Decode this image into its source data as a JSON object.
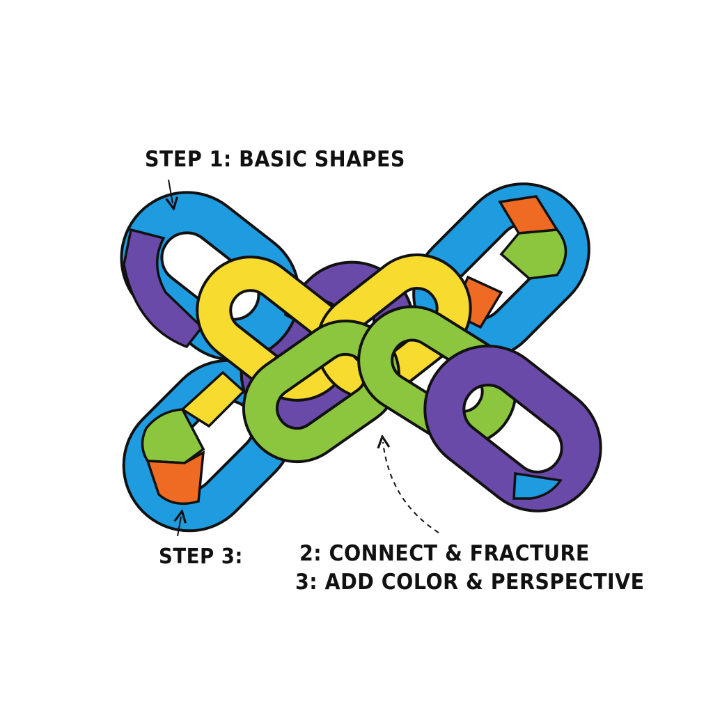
{
  "labels": {
    "step1": "STEP 1: BASIC SHAPES",
    "step3_left": "STEP 3:",
    "step2": "2: CONNECT & FRACTURE",
    "step3_right": "3: ADD COLOR & PERSPECTIVE"
  },
  "colors": {
    "blue": "#1f9be0",
    "purple": "#6a4aa8",
    "orange": "#ef6a22",
    "yellow": "#f7dc2f",
    "green": "#8cc63f",
    "outline": "#111111"
  }
}
